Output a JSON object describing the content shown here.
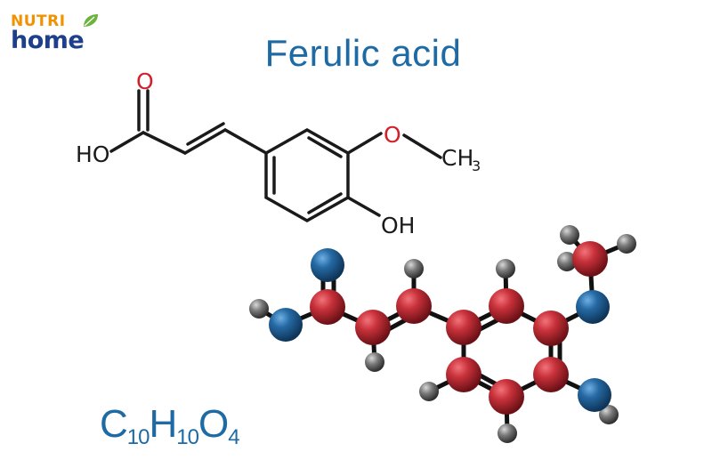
{
  "logo": {
    "line1": "NUTRI",
    "line2": "home"
  },
  "title": "Ferulic acid",
  "formula": {
    "c": "C",
    "c_n": "10",
    "h": "H",
    "h_n": "10",
    "o": "O",
    "o_n": "4"
  },
  "structure_labels": {
    "carbonyl_o": "O",
    "acid_ho": "HO",
    "ether_o": "O",
    "methyl": "CH",
    "methyl_sub": "3",
    "phenol_oh": "OH"
  },
  "colors": {
    "brand_orange": "#f39200",
    "brand_navy": "#1d3f8c",
    "leaf_green": "#6cb33f",
    "title_blue": "#1d6aa5",
    "bond_black": "#1a1a1a",
    "oxygen_red": "#d21f2a",
    "carbon_red": "#b3242d",
    "oxygen_blue": "#1c5d91",
    "hydrogen_gray": "#555555"
  }
}
